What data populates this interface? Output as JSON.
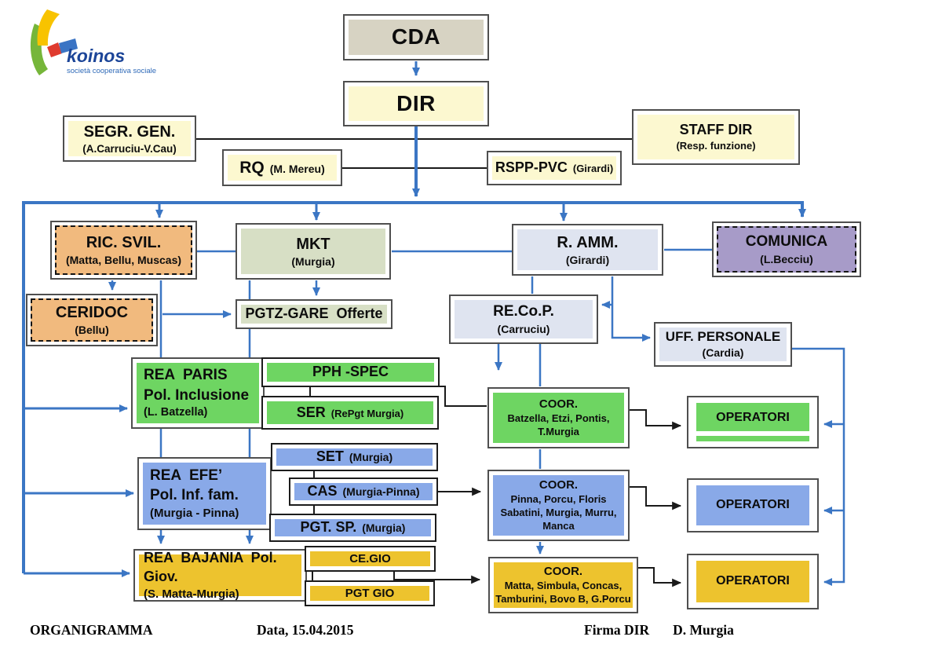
{
  "logo": {
    "name": "koinos",
    "tagline": "società cooperativa sociale"
  },
  "colors": {
    "connector_blue": "#3b76c4",
    "connector_black": "#1a1a1a",
    "tan": "#d7d3c3",
    "yellow": "#fcf8d0",
    "orange": "#f1ba7e",
    "light_green": "#d7dfc5",
    "light_blue_gray": "#dfe4f0",
    "purple": "#a79bc8",
    "bright_green": "#6ed562",
    "cornflower_blue": "#89a9e8",
    "gold": "#edc32e"
  },
  "nodes": {
    "cda": {
      "title": "CDA"
    },
    "dir": {
      "title": "DIR"
    },
    "segr_gen": {
      "title": "SEGR. GEN.",
      "sub": "(A.Carruciu-V.Cau)"
    },
    "rq": {
      "title": "RQ",
      "sub": "(M. Mereu)"
    },
    "rspp_pvc": {
      "title": "RSPP-PVC",
      "sub": "(Girardi)"
    },
    "staff_dir": {
      "title": "STAFF DIR",
      "sub": "(Resp. funzione)"
    },
    "ric_svil": {
      "title": "RIC. SVIL.",
      "sub": "(Matta, Bellu, Muscas)"
    },
    "mkt": {
      "title": "MKT",
      "sub": "(Murgia)"
    },
    "r_amm": {
      "title": "R. AMM.",
      "sub": "(Girardi)"
    },
    "comunica": {
      "title": "COMUNICA",
      "sub": "(L.Becciu)"
    },
    "ceridoc": {
      "title": "CERIDOC",
      "sub": "(Bellu)"
    },
    "pgtz_gare": {
      "title": "PGTZ-GARE  Offerte"
    },
    "recop": {
      "title": "RE.Co.P.",
      "sub": "(Carruciu)"
    },
    "uff_personale": {
      "title": "UFF. PERSONALE",
      "sub": "(Cardia)"
    },
    "rea_paris": {
      "lines": [
        "REA  PARIS",
        "Pol. Inclusione",
        "(L. Batzella)"
      ]
    },
    "pph_spec": {
      "title": "PPH -SPEC"
    },
    "ser": {
      "title": "SER",
      "sub": "(RePgt Murgia)"
    },
    "coor_inclusione": {
      "lines": [
        "COOR.",
        "Batzella, Etzi, Pontis,",
        "T.Murgia"
      ]
    },
    "operatori_inclusione": {
      "title": "OPERATORI"
    },
    "set": {
      "title": "SET",
      "sub": "(Murgia)"
    },
    "rea_efe": {
      "lines": [
        "REA  EFE’",
        "Pol. Inf. fam.",
        "(Murgia - Pinna)"
      ]
    },
    "cas": {
      "title": "CAS",
      "sub": "(Murgia-Pinna)"
    },
    "pgt_sp": {
      "title": "PGT. SP.",
      "sub": "(Murgia)"
    },
    "coor_inf_fam": {
      "lines": [
        "COOR.",
        "Pinna, Porcu, Floris",
        "Sabatini, Murgia, Murru,",
        "Manca"
      ]
    },
    "operatori_inf_fam": {
      "title": "OPERATORI"
    },
    "rea_bajania": {
      "lines": [
        "REA  BAJANIA  Pol. Giov.",
        "(S. Matta-Murgia)"
      ]
    },
    "ce_gio": {
      "title": "CE.GIO"
    },
    "pgt_gio": {
      "title": "PGT GIO"
    },
    "coor_giovani": {
      "lines": [
        "COOR.",
        "Matta, Simbula, Concas,",
        "Tamburini, Bovo B, G.Porcu"
      ]
    },
    "operatori_giovani": {
      "title": "OPERATORI"
    }
  },
  "footer": {
    "doc_title": "ORGANIGRAMMA",
    "date_label": "Data, 15.04.2015",
    "signature_label": "Firma DIR",
    "signature_name": "D. Murgia"
  }
}
